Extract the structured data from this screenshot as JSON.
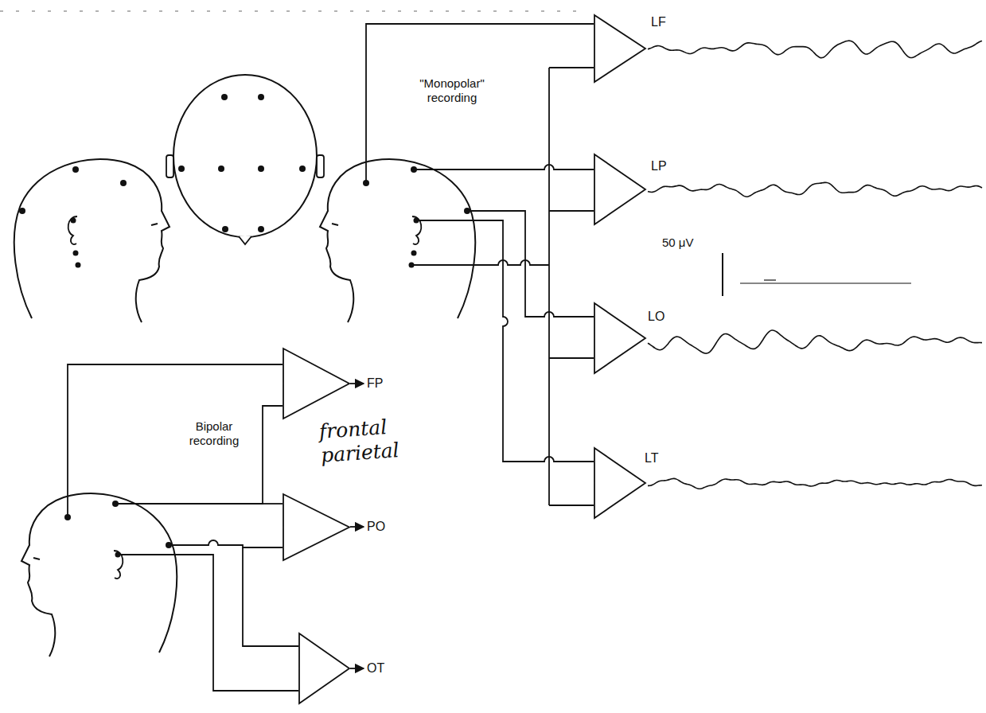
{
  "diagram": {
    "nodes": [
      {
        "text": [
          "LF"
        ]
      },
      {
        "text": [
          "LP"
        ]
      },
      {
        "text": [
          "LO"
        ]
      },
      {
        "text": [
          "LT"
        ]
      },
      {
        "text": [
          "FP"
        ]
      },
      {
        "text": [
          "PO"
        ]
      },
      {
        "text": [
          "OT"
        ]
      }
    ],
    "labels": [
      "\"Monopolar\" recording",
      "Bipolar recording",
      "50 μV",
      "frontal parietal"
    ]
  }
}
